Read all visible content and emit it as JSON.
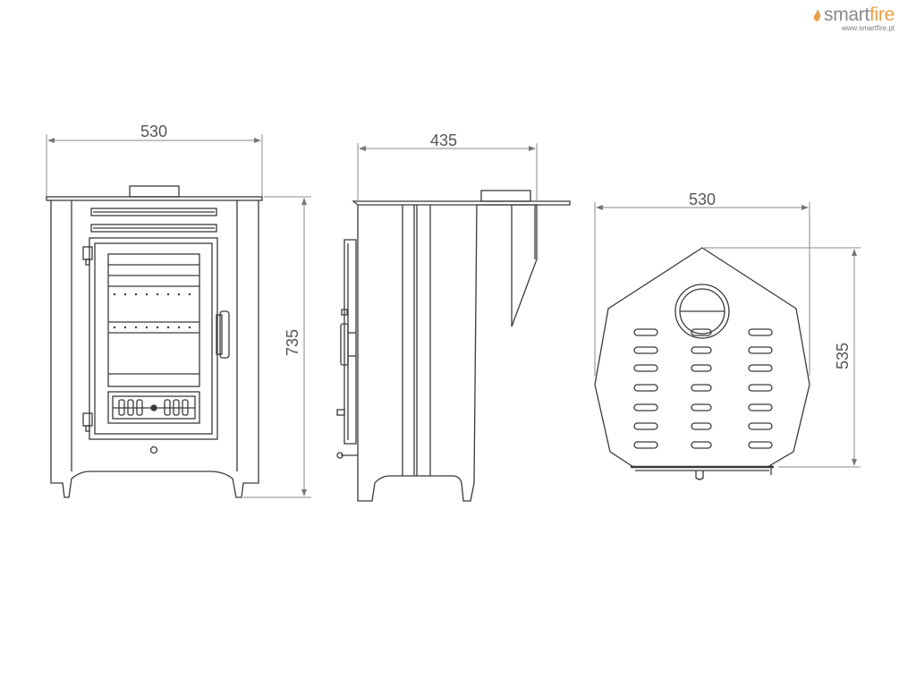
{
  "brand": {
    "name_part1": "smart",
    "name_part2": "fire",
    "url": "www.smartfire.pt"
  },
  "colors": {
    "line": "#3a3a3a",
    "dim_line": "#8a8a8a",
    "dim_text": "#555555",
    "brand_grey": "#8a8a8a",
    "brand_orange": "#e7a046"
  },
  "dimensions": {
    "front_width": "530",
    "front_height": "735",
    "side_depth": "435",
    "top_width": "530",
    "top_depth": "535"
  }
}
